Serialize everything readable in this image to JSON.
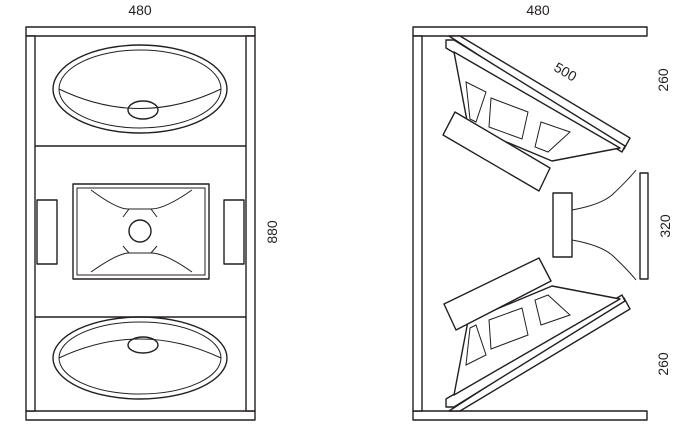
{
  "front_view": {
    "width_label": "480",
    "height_label": "880"
  },
  "side_view": {
    "width_label": "480",
    "horn_length_label": "500",
    "top_section_label": "260",
    "mouth_label": "320",
    "bottom_section_label": "260"
  },
  "colors": {
    "line": "#231f20",
    "background": "#ffffff"
  }
}
